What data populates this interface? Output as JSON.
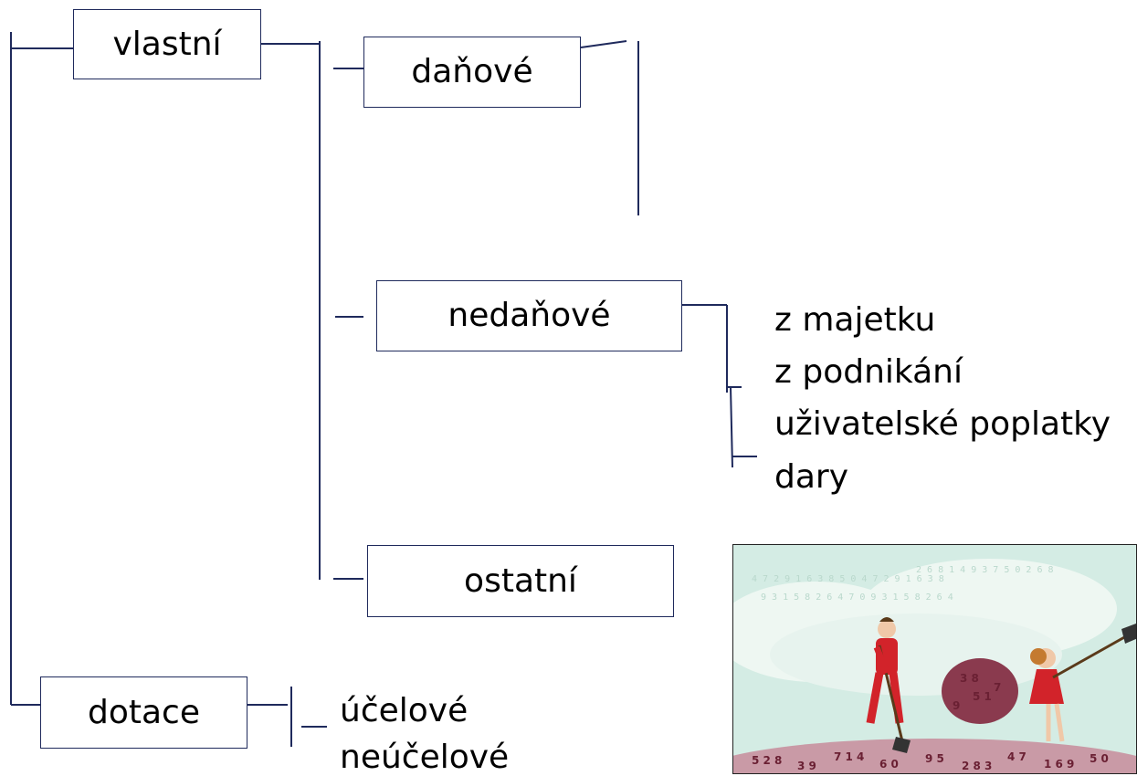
{
  "boxes": {
    "vlastni": "vlastní",
    "danove": "daňové",
    "nedanove": "nedaňové",
    "ostatni": "ostatní",
    "dotace": "dotace"
  },
  "nedanove_items": [
    "z majetku",
    "z podnikání",
    "uživatelské poplatky",
    "dary"
  ],
  "dotace_items": [
    "účelové",
    "neúčelové"
  ],
  "image": {
    "description_icon": "people-shoveling-numbers-illustration"
  },
  "colors": {
    "line": "#1f2a5c",
    "box_border": "#1f2a5c",
    "text": "#000000"
  }
}
